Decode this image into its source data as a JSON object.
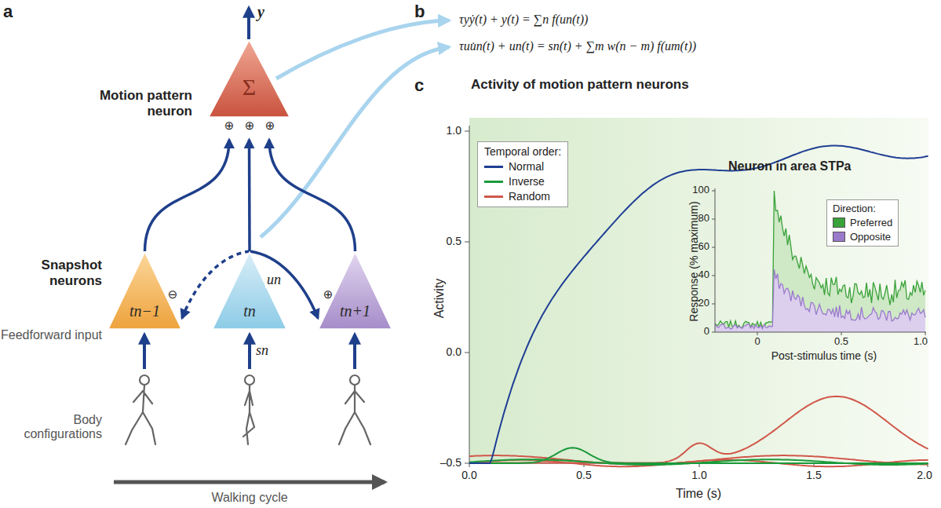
{
  "diagram": {
    "nodes": [
      {
        "text": [
          "Σ"
        ]
      },
      {
        "text": [
          "tn−1"
        ]
      },
      {
        "text": [
          "tn"
        ]
      },
      {
        "text": [
          "tn+1"
        ]
      }
    ],
    "edges": [
      {
        "from": 1,
        "to": 0,
        "arrow": "to"
      },
      {
        "from": 2,
        "to": 0,
        "arrow": "to"
      },
      {
        "from": 3,
        "to": 0,
        "arrow": "to"
      },
      {
        "from": 2,
        "to": 1,
        "arrow": "to"
      },
      {
        "from": 2,
        "to": 3,
        "label": "un",
        "arrow": "to"
      }
    ],
    "labels": [
      "a",
      "y",
      "Motion pattern neuron",
      "⊕",
      "⊕",
      "⊕",
      "⊖",
      "⊕",
      "Snapshot neurons",
      "Feedforward input",
      "sn",
      "Body configurations",
      "Walking cycle",
      "b",
      "τyẏ(t) + y(t) = ∑n f(un(t))",
      "τuu̇n(t) + un(t) = sn(t) + ∑m w(n − m) f(um(t))",
      "c",
      "Activity of motion pattern neurons",
      "Temporal order:",
      "1.0",
      "0.5",
      "0.0",
      "–0.5",
      "Activity",
      "0.0",
      "0.5",
      "1.0",
      "1.5",
      "2.0",
      "Time (s)",
      "Neuron in area STPa",
      "Direction:",
      "100",
      "80",
      "60",
      "40",
      "20",
      "0",
      "Response (% maximum)",
      "0",
      "0.5",
      "1.0",
      "Post-stimulus time (s)"
    ],
    "legend": [
      {
        "text": "Normal",
        "color": "#1f3f94"
      },
      {
        "text": "Inverse",
        "color": "#1a9a3a"
      },
      {
        "text": "Random",
        "color": "#d0584a"
      },
      {
        "text": "Preferred",
        "color": "#3aa23a"
      },
      {
        "text": "Opposite",
        "color": "#9a7acb"
      }
    ]
  }
}
